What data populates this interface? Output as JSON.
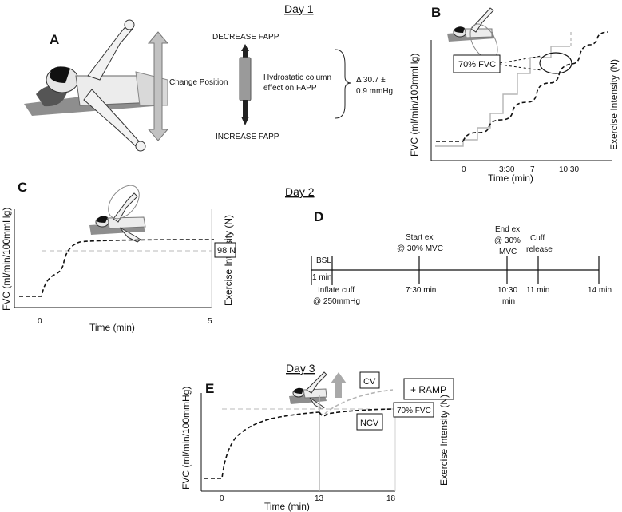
{
  "days": {
    "day1": "Day 1",
    "day2": "Day 2",
    "day3": "Day 3"
  },
  "panel_a": {
    "label": "A",
    "change_position": "Change Position",
    "decrease": "DECREASE FAPP",
    "increase": "INCREASE FAPP",
    "hydro_line1": "Hydrostatic column",
    "hydro_line2": "effect on FAPP",
    "delta_line1": "Δ 30.7 ±",
    "delta_line2": "0.9 mmHg"
  },
  "panel_b": {
    "label": "B",
    "callout": "70% FVC",
    "ylabel": "FVC (ml/min/100mmHg)",
    "y2label": "Exercise Intensity (N)",
    "xlabel": "Time (min)",
    "ticks": [
      "0",
      "3:30",
      "7",
      "10:30"
    ]
  },
  "panel_c": {
    "label": "C",
    "force_box": "98 N",
    "ylabel": "FVC (ml/min/100mmHg)",
    "y2label": "Exercise Intensity (N)",
    "xlabel": "Time (min)",
    "ticks": [
      "0",
      "5"
    ]
  },
  "panel_d": {
    "label": "D",
    "bsl": "BSL",
    "one_min": "1 min",
    "inflate_line1": "Inflate cuff",
    "inflate_line2": "@ 250mmHg",
    "start_line1": "Start ex",
    "start_line2": "@ 30% MVC",
    "start_time": "7:30 min",
    "end_line1": "End ex",
    "end_line2": "@ 30%",
    "end_line3": "MVC",
    "end_time1": "10:30",
    "end_time2": "min",
    "cuff_line1": "Cuff",
    "cuff_line2": "release",
    "cuff_time": "11 min",
    "final_time": "14 min"
  },
  "panel_e": {
    "label": "E",
    "ramp": "+ RAMP",
    "cv": "CV",
    "ncv": "NCV",
    "fvc70": "70% FVC",
    "ylabel": "FVC (ml/min/100mmHg)",
    "y2label": "Exercise Intensity (N)",
    "xlabel": "Time (min)",
    "ticks": [
      "0",
      "13",
      "18"
    ]
  },
  "colors": {
    "line": "#111111",
    "grey": "#b5b5b5",
    "arrow_grey": "#a9a9a9"
  }
}
